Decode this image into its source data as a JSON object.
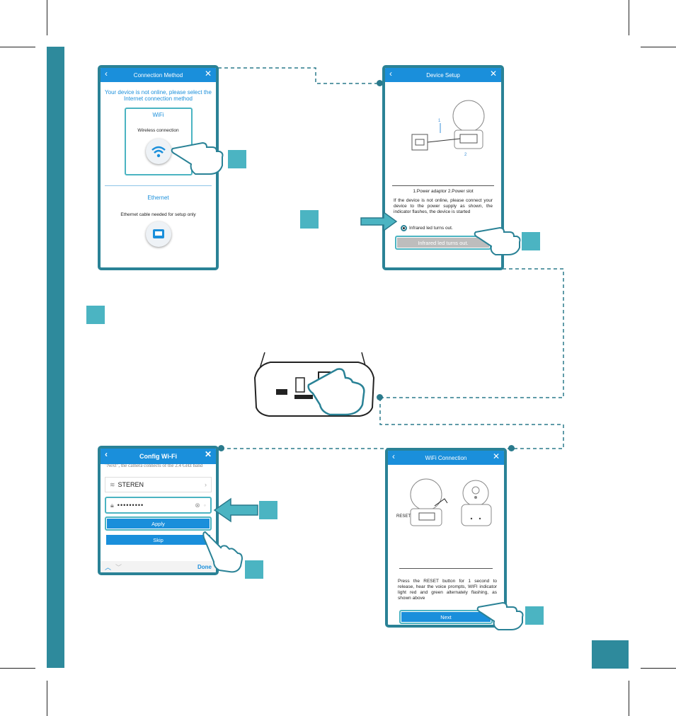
{
  "colors": {
    "accent": "#2e8a9c",
    "marker": "#4bb4c2",
    "app_blue": "#1a8fdb"
  },
  "screen1": {
    "title": "Connection Method",
    "message": "Your device is not online, please select the Internet connection method",
    "wifi_heading": "WiFi",
    "wifi_label": "Wireless connection",
    "ethernet_heading": "Ethernet",
    "ethernet_label": "Ethernet cable needed for setup only"
  },
  "screen2": {
    "title": "Device Setup",
    "caption": "1.Power adaptor 2.Power slot",
    "instructions": "If the device is not online, please connect your device to the power supply as shown, the indicator flashes, the device is started",
    "radio_label": "Infrared led turns out.",
    "button_label": "Infrared led turns out.",
    "diagram_num_1": "1",
    "diagram_num_2": "2"
  },
  "screen3": {
    "title": "Config Wi-Fi",
    "partial_text": "\"Next\", the camera connects of the 2.4 GHz band",
    "ssid": "STEREN",
    "password": "•••••••••",
    "apply_label": "Apply",
    "skip_label": "Skip",
    "done_label": "Done"
  },
  "screen4": {
    "title": "WiFi Connection",
    "reset_label": "RESET",
    "instructions": "Press the RESET button for 1 second to release, hear the voice prompts, WIFI indicator light red and green alternately flashing, as shown above",
    "next_label": "Next"
  }
}
